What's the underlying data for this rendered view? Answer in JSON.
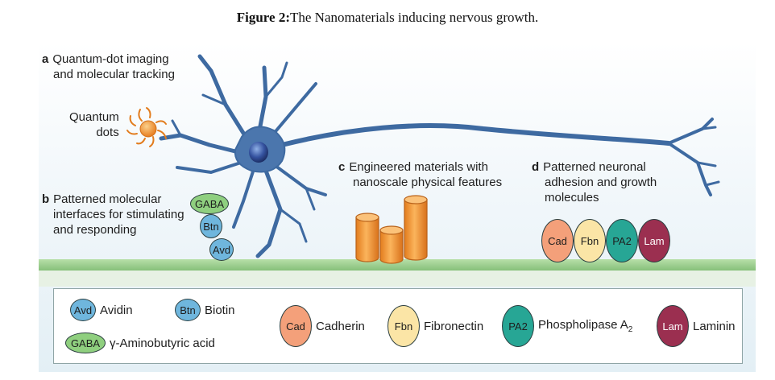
{
  "caption": {
    "bold": "Figure 2:",
    "text": "The Nanomaterials inducing nervous growth."
  },
  "panels": {
    "a": {
      "key": "a",
      "line1": "Quantum-dot imaging",
      "line2": "and molecular tracking"
    },
    "quantum_dots": {
      "line1": "Quantum",
      "line2": "dots"
    },
    "b": {
      "key": "b",
      "line1": "Patterned molecular",
      "line2": "interfaces for stimulating",
      "line3": "and responding"
    },
    "c": {
      "key": "c",
      "line1": "Engineered materials with",
      "line2": "nanoscale physical features"
    },
    "d": {
      "key": "d",
      "line1": "Patterned neuronal",
      "line2": "adhesion and growth",
      "line3": "molecules"
    }
  },
  "molecules": {
    "gaba": "GABA",
    "btn": "Btn",
    "avd": "Avd",
    "cad": "Cad",
    "fbn": "Fbn",
    "pa2": "PA2",
    "lam": "Lam"
  },
  "legend": {
    "avidin": "Avidin",
    "biotin": "Biotin",
    "gaba": "γ-Aminobutyric acid",
    "cadherin": "Cadherin",
    "fibronectin": "Fibronectin",
    "phospholipase": "Phospholipase A",
    "phospholipase_sub": "2",
    "laminin": "Laminin"
  },
  "colors": {
    "neuron": "#3e6aa1",
    "nucleus": "#3553a0",
    "quantum_dot": "#ee8a2c",
    "green_molecule": "#8fcf7f",
    "blue_molecule": "#6fb6dd",
    "cylinder": "#f39a3a",
    "cadherin": "#f4a07a",
    "fibronectin": "#fbe5a6",
    "phospholipase": "#27a695",
    "laminin": "#9b2f50",
    "substrate": "#9ccf8d"
  }
}
